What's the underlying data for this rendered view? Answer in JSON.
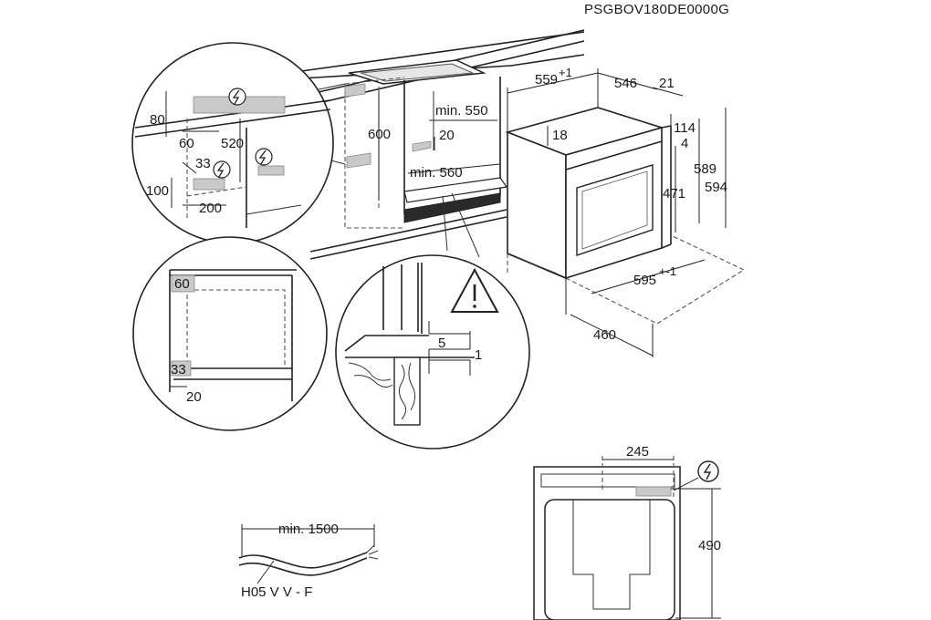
{
  "model_code": "PSGBOV180DE0000G",
  "dimensions": {
    "niche_depth": "559",
    "niche_depth_tol": "+1",
    "oven_depth": "546",
    "front_panel": "21",
    "top_offset": "114",
    "top_gap": "4",
    "niche_height": "589",
    "oven_height": "594",
    "door_height": "471",
    "top_edge": "18",
    "oven_width": "595",
    "oven_width_tol": "+-1",
    "depth_460": "460",
    "min_width": "min. 550",
    "min_depth": "min. 560",
    "vent_20": "20",
    "cab_height_600": "600"
  },
  "detail_socket": {
    "d80": "80",
    "d60": "60",
    "d520": "520",
    "d33": "33",
    "d100": "100",
    "d200": "200"
  },
  "detail_corner": {
    "d60": "60",
    "d33": "33",
    "d20": "20"
  },
  "detail_gap": {
    "d5": "5",
    "d1": "1"
  },
  "front_view": {
    "d245": "245",
    "d490": "490"
  },
  "cable": {
    "length": "min. 1500",
    "type": "H05 V V - F"
  }
}
